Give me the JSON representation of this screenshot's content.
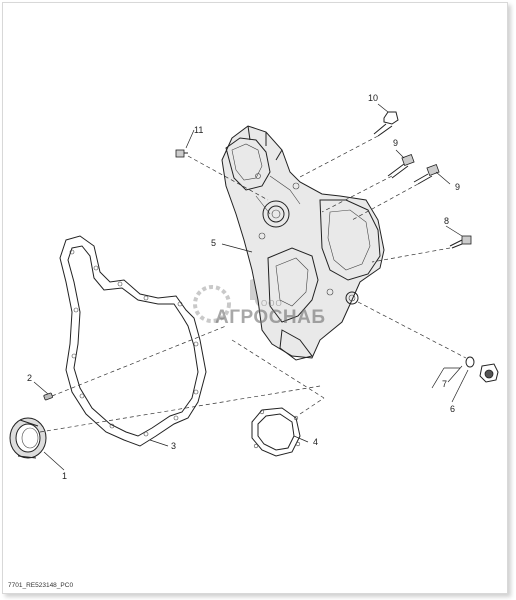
{
  "callouts": {
    "c1": "1",
    "c2": "2",
    "c3": "3",
    "c4": "4",
    "c5": "5",
    "c6": "6",
    "c7": "7",
    "c8": "8",
    "c9a": "9",
    "c9b": "9",
    "c10": "10",
    "c11": "11"
  },
  "figure_id": "7701_RE523148_PC0",
  "watermark": {
    "line1": "ООО",
    "line2": "АГРОСНАБ"
  }
}
